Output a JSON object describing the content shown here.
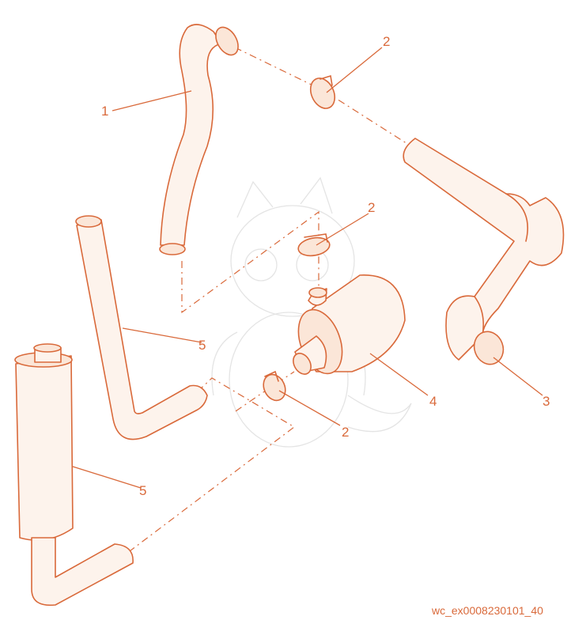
{
  "callouts": {
    "c1": "1",
    "c2a": "2",
    "c2b": "2",
    "c2c": "2",
    "c3": "3",
    "c4": "4",
    "c5a": "5",
    "c5b": "5"
  },
  "reference_code": "wc_ex0008230101_40",
  "colors": {
    "line": "#d9693a",
    "fill": "#fdf3ec",
    "watermark": "#e4e4e4"
  }
}
